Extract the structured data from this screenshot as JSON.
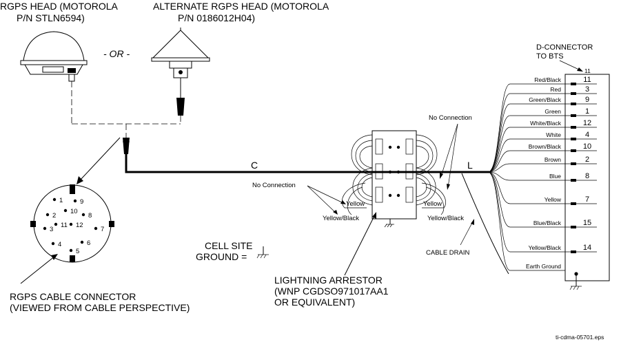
{
  "heads": {
    "primary_line1": "RGPS HEAD (MOTOROLA",
    "primary_line2": "P/N STLN6594)",
    "alternate_line1": "ALTERNATE RGPS HEAD (MOTOROLA",
    "alternate_line2": "P/N 0186012H04)",
    "or_text": "- OR -"
  },
  "connector": {
    "label_line1": "RGPS CABLE CONNECTOR",
    "label_line2": "(VIEWED FROM CABLE PERSPECTIVE)",
    "pins": [
      "1",
      "9",
      "10",
      "2",
      "8",
      "3",
      "11",
      "12",
      "7",
      "4",
      "6",
      "5"
    ]
  },
  "cable": {
    "segment_c": "C",
    "segment_l": "L"
  },
  "arrestor": {
    "label_line1": "LIGHTNING ARRESTOR",
    "label_line2": "(WNP CGDSO971017AA1",
    "label_line3": "OR EQUIVALENT)",
    "no_connection_left": "No Connection",
    "no_connection_right": "No Connection",
    "yellow_left": "Yellow",
    "yellow_black_left": "Yellow/Black",
    "yellow_right": "Yellow",
    "yellow_black_right": "Yellow/Black"
  },
  "ground": {
    "cell_site_line1": "CELL SITE",
    "cell_site_line2": "GROUND ="
  },
  "cable_drain": "CABLE DRAIN",
  "dconnector": {
    "title_line1": "D-CONNECTOR",
    "title_line2": "TO BTS",
    "top_pin": "11",
    "wires": [
      {
        "color": "Red/Black",
        "pin": "11"
      },
      {
        "color": "Red",
        "pin": "3"
      },
      {
        "color": "Green/Black",
        "pin": "9"
      },
      {
        "color": "Green",
        "pin": "1"
      },
      {
        "color": "White/Black",
        "pin": "12"
      },
      {
        "color": "White",
        "pin": "4"
      },
      {
        "color": "Brown/Black",
        "pin": "10"
      },
      {
        "color": "Brown",
        "pin": "2"
      },
      {
        "color": "Blue",
        "pin": "8"
      },
      {
        "color": "Yellow",
        "pin": "7"
      },
      {
        "color": "Blue/Black",
        "pin": "15"
      },
      {
        "color": "Yellow/Black",
        "pin": "14"
      },
      {
        "color": "Earth Ground",
        "pin": ""
      }
    ]
  },
  "file_name": "ti-cdma-05701.eps"
}
